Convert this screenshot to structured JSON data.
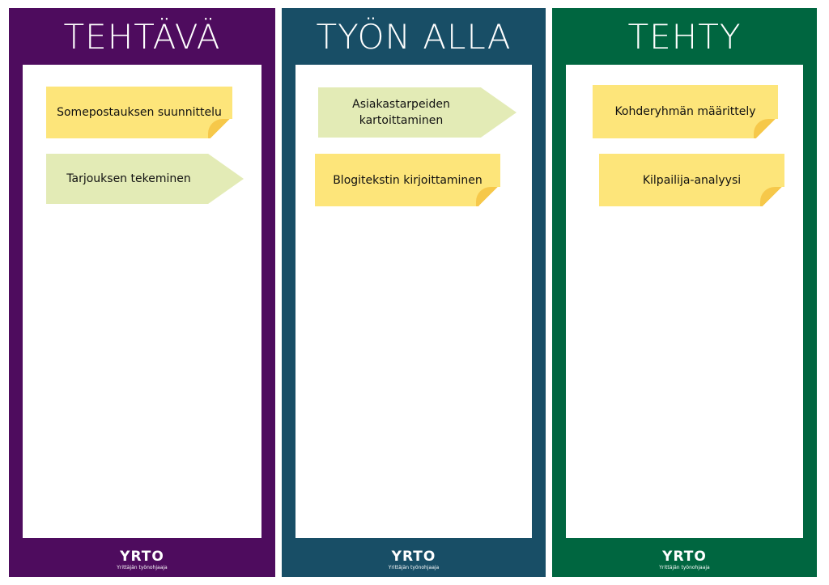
{
  "columns": [
    {
      "title": "TEHTÄVÄ",
      "color": "#4e0c5e",
      "notes": [
        {
          "text": "Somepostauksen suunnittelu",
          "type": "sticky"
        },
        {
          "text": "Tarjouksen tekeminen",
          "type": "arrow"
        }
      ]
    },
    {
      "title": "TYÖN ALLA",
      "color": "#184e66",
      "notes": [
        {
          "text": "Asiakastarpeiden kartoittaminen",
          "type": "arrow"
        },
        {
          "text": "Blogitekstin kirjoittaminen",
          "type": "sticky"
        }
      ]
    },
    {
      "title": "TEHTY",
      "color": "#006640",
      "notes": [
        {
          "text": "Kohderyhmän määrittely",
          "type": "sticky"
        },
        {
          "text": "Kilpailija-analyysi",
          "type": "sticky"
        }
      ]
    }
  ],
  "logo": {
    "name": "YRTO",
    "tagline": "Yrittäjän työnohjaaja"
  }
}
